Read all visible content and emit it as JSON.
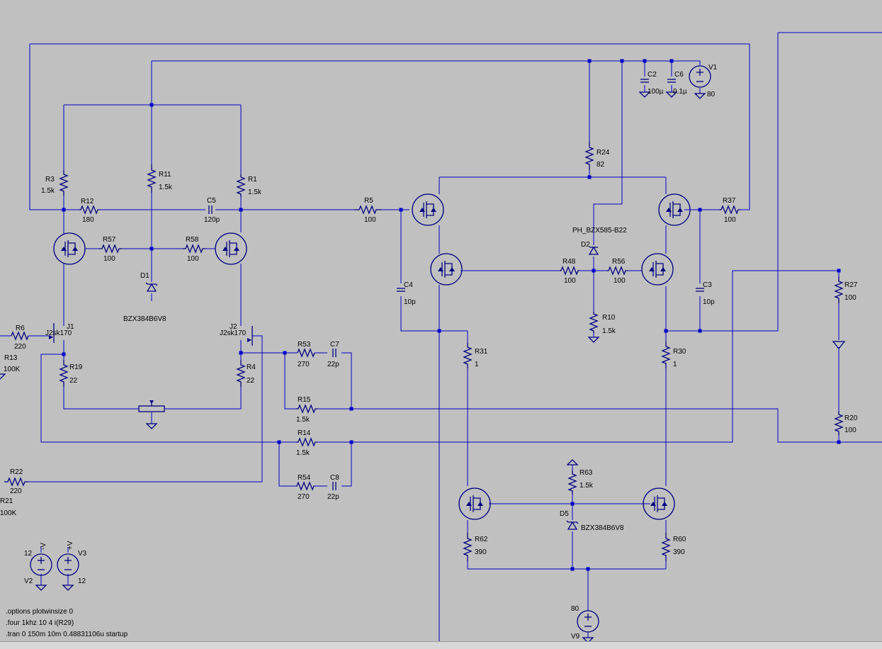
{
  "colors": {
    "background": "#c0c0c0",
    "wire": "#0000c8",
    "component": "#000080",
    "text": "#000000"
  },
  "components": [
    {
      "ref": "R3",
      "value": "1.5k"
    },
    {
      "ref": "R11",
      "value": "1.5k"
    },
    {
      "ref": "R1",
      "value": "1.5k"
    },
    {
      "ref": "R12",
      "value": "180"
    },
    {
      "ref": "C5",
      "value": "120p"
    },
    {
      "ref": "R5",
      "value": "100"
    },
    {
      "ref": "R57",
      "value": "100"
    },
    {
      "ref": "R58",
      "value": "100"
    },
    {
      "ref": "D1",
      "value": "BZX384B6V8"
    },
    {
      "ref": "J1",
      "value": "J2sk170"
    },
    {
      "ref": "J2",
      "value": "J2sk170"
    },
    {
      "ref": "R6",
      "value": "220"
    },
    {
      "ref": "R13",
      "value": "100K"
    },
    {
      "ref": "R19",
      "value": "22"
    },
    {
      "ref": "R4",
      "value": "22"
    },
    {
      "ref": "R53",
      "value": "270"
    },
    {
      "ref": "C7",
      "value": "22p"
    },
    {
      "ref": "R15",
      "value": "1.5k"
    },
    {
      "ref": "R14",
      "value": "1.5k"
    },
    {
      "ref": "R54",
      "value": "270"
    },
    {
      "ref": "C8",
      "value": "22p"
    },
    {
      "ref": "R22",
      "value": "220"
    },
    {
      "ref": "R21",
      "value": "100K"
    },
    {
      "ref": "V2",
      "value": "12"
    },
    {
      "ref": "V3",
      "value": "12"
    },
    {
      "ref": "C2",
      "value": "100µ"
    },
    {
      "ref": "C6",
      "value": "0.1µ"
    },
    {
      "ref": "V1",
      "value": "80"
    },
    {
      "ref": "R24",
      "value": "82"
    },
    {
      "ref": "R37",
      "value": "100"
    },
    {
      "ref": "D2",
      "value": "PH_BZX585-B22"
    },
    {
      "ref": "R48",
      "value": "100"
    },
    {
      "ref": "R56",
      "value": "100"
    },
    {
      "ref": "C4",
      "value": "10p"
    },
    {
      "ref": "C3",
      "value": "10p"
    },
    {
      "ref": "R10",
      "value": "1.5k"
    },
    {
      "ref": "R31",
      "value": "1"
    },
    {
      "ref": "R30",
      "value": "1"
    },
    {
      "ref": "R27",
      "value": "100"
    },
    {
      "ref": "R20",
      "value": "100"
    },
    {
      "ref": "R63",
      "value": "1.5k"
    },
    {
      "ref": "D5",
      "value": "BZX384B6V8"
    },
    {
      "ref": "R62",
      "value": "390"
    },
    {
      "ref": "R60",
      "value": "390"
    },
    {
      "ref": "V9",
      "value": "80"
    }
  ],
  "directives": [
    ".options plotwinsize 0",
    ".four 1khz 10 4 i(R29)",
    ".tran 0 150m 10m 0.48831106u startup"
  ],
  "source_signs": {
    "minus": "-V",
    "plus": "+V"
  }
}
